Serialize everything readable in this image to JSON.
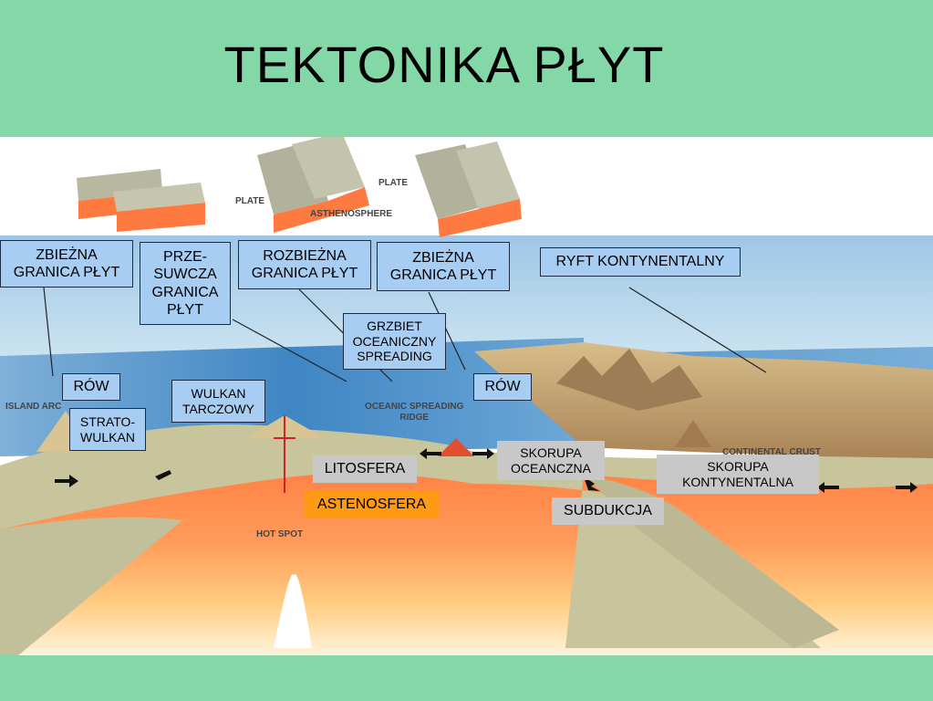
{
  "title": "TEKTONIKA PŁYT",
  "block_labels": {
    "plate_left": "PLATE",
    "plate_right": "PLATE",
    "asthenosphere": "ASTHENOSPHERE"
  },
  "labels": {
    "convergent_left": "ZBIEŻNA\nGRANICA PŁYT",
    "transform": "PRZE-\nSUWCZA\nGRANICA\nPŁYT",
    "divergent": "ROZBIEŻNA\nGRANICA PŁYT",
    "convergent_right": "ZBIEŻNA\nGRANICA PŁYT",
    "continental_rift": "RYFT KONTYNENTALNY",
    "ridge": "GRZBIET\nOCEANICZNY\nSPREADING",
    "trench_left": "RÓW",
    "trench_right": "RÓW",
    "shield_volcano": "WULKAN\nTARCZOWY",
    "stratovolcano": "STRATO-\nWULKAN",
    "lithosphere": "LITOSFERA",
    "oceanic_crust": "SKORUPA\nOCEANCZNA",
    "continental_crust_box": "SKORUPA\nKONTYNENTALNA",
    "subduction": "SUBDUKCJA",
    "asthenosphere_box": "ASTENOSFERA"
  },
  "diagram_text": {
    "island_arc": "ISLAND ARC",
    "oceanic_ridge": "OCEANIC SPREADING\nRIDGE",
    "hot_spot": "HOT SPOT",
    "continental_crust": "CONTINENTAL CRUST"
  },
  "colors": {
    "header": "#84d8a8",
    "label_blue": "#a8cdf2",
    "label_gray": "#c8c8c8",
    "label_orange": "#ff9a14",
    "ocean": "#4a8fcc",
    "lithosphere": "#c8c4a0",
    "asthenosphere": "#ff8c50",
    "land": "#b89a6a"
  }
}
